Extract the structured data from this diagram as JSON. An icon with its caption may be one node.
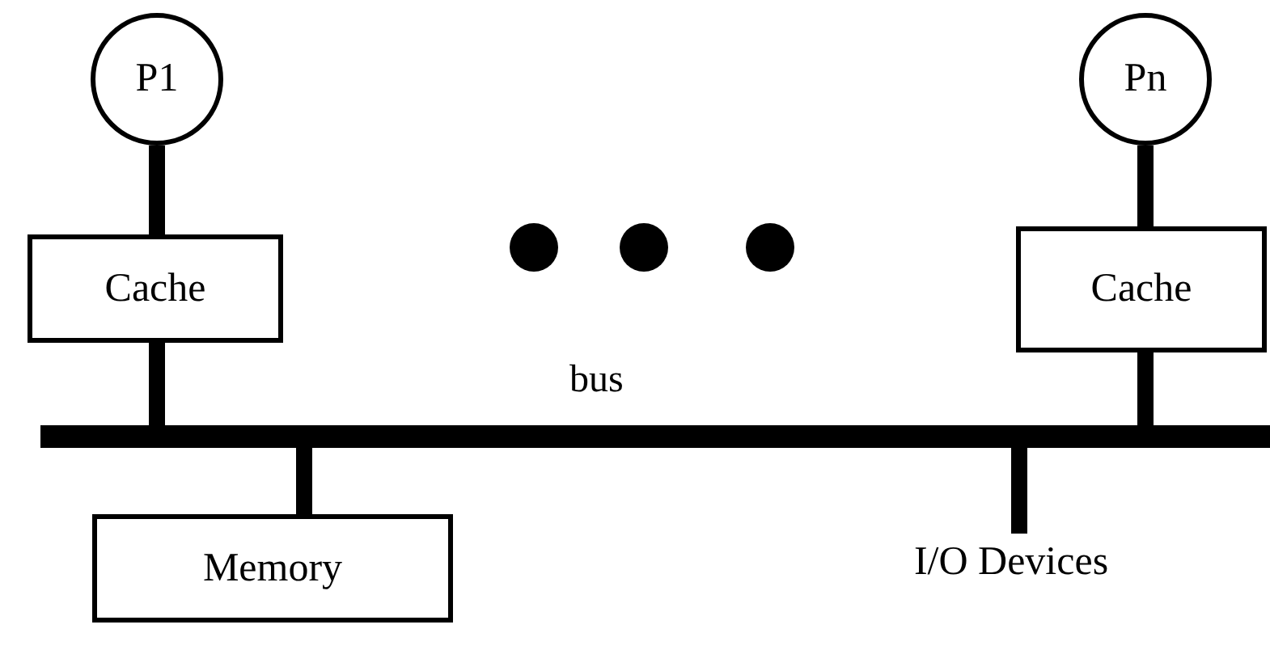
{
  "diagram": {
    "nodes": [
      {
        "text": [
          "P1"
        ]
      },
      {
        "text": [
          "Cache"
        ]
      },
      {
        "text": [
          "Pn"
        ]
      },
      {
        "text": [
          "Cache"
        ]
      },
      {
        "text": [],
        "shape": "bar",
        "beside": [
          "bus"
        ]
      },
      {
        "text": [
          "Memory"
        ]
      },
      {
        "text": [
          "I/O Devices"
        ]
      }
    ],
    "edges": [
      {
        "from": 0,
        "to": 1,
        "arrow": "none"
      },
      {
        "from": 1,
        "to": 4,
        "arrow": "none"
      },
      {
        "from": 2,
        "to": 3,
        "arrow": "none"
      },
      {
        "from": 3,
        "to": 4,
        "arrow": "none"
      },
      {
        "from": 4,
        "to": 5,
        "arrow": "none"
      },
      {
        "from": 4,
        "to": 6,
        "arrow": "none"
      }
    ]
  }
}
